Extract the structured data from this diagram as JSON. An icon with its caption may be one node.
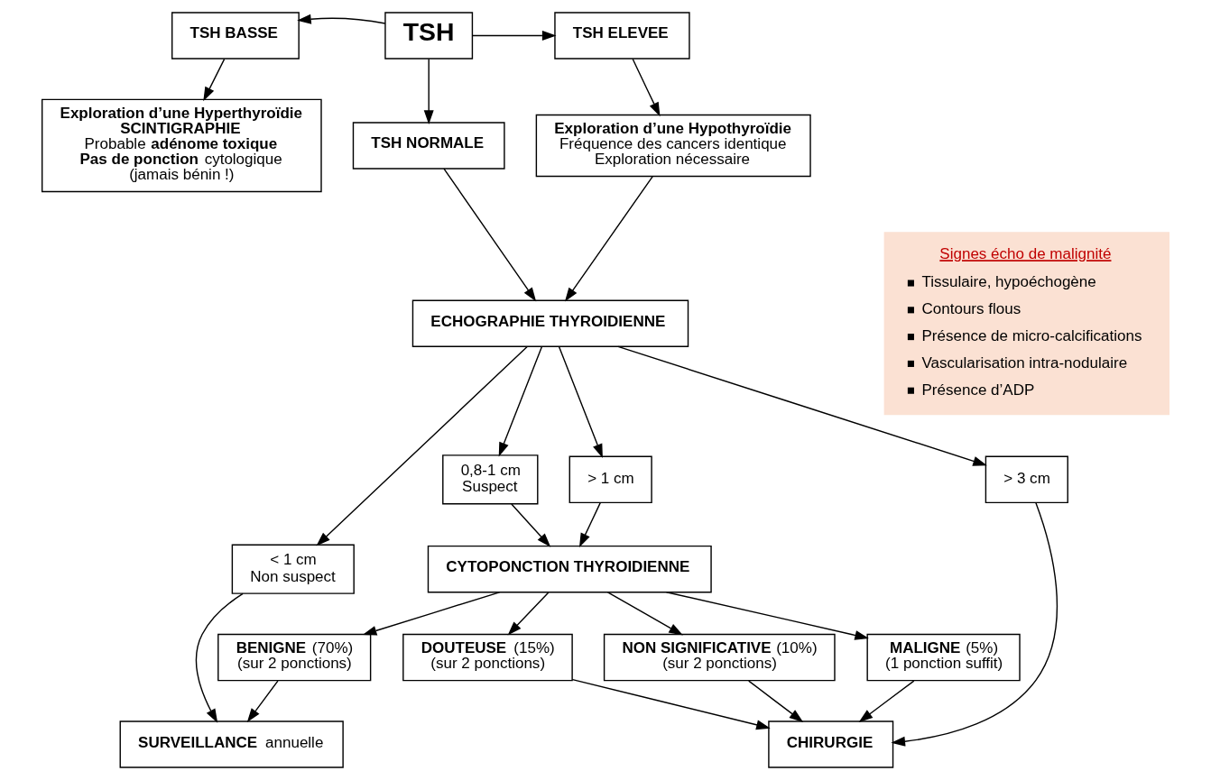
{
  "diagram": {
    "nodes": [
      {
        "text": [
          "TSH"
        ]
      },
      {
        "text": [
          "TSH BASSE"
        ]
      },
      {
        "text": [
          "TSH ELEVEE"
        ]
      },
      {
        "text": [
          "TSH NORMALE"
        ]
      },
      {
        "text": [
          "Exploration d’une Hyperthyroïdie",
          "SCINTIGRAPHIE",
          "Probable **adénome toxique**",
          "**Pas de ponction** cytologique",
          "(jamais bénin !)"
        ]
      },
      {
        "text": [
          "Exploration d’une Hypothyroïdie",
          "Fréquence des cancers identique",
          "Exploration nécessaire"
        ]
      },
      {
        "text": [
          "ECHOGRAPHIE THYROIDIENNE"
        ]
      },
      {
        "text": [
          "< 1 cm",
          "Non suspect"
        ]
      },
      {
        "text": [
          "> 1 cm"
        ]
      },
      {
        "text": [
          "0,8-1 cm",
          "Suspect"
        ]
      },
      {
        "text": [
          "> 3 cm"
        ]
      },
      {
        "text": [
          "CYTOPONCTION THYROIDIENNE"
        ]
      },
      {
        "text": [
          "**BENIGNE** (70%)",
          "(sur 2 ponctions)"
        ]
      },
      {
        "text": [
          "**MALIGNE** (5%)",
          "(1 ponction suffit)"
        ]
      },
      {
        "text": [
          "**DOUTEUSE** (15%)",
          "(sur 2 ponctions)"
        ]
      },
      {
        "text": [
          "**NON SIGNIFICATIVE** (10%)",
          "(sur 2 ponctions)"
        ]
      },
      {
        "text": [
          "**SURVEILLANCE** annuelle"
        ]
      },
      {
        "text": [
          "CHIRURGIE"
        ]
      },
      {
        "text": [
          "Signes écho de malignité",
          "Tissulaire, hypoéchogène",
          "Contours flous",
          "Présence de micro-calcifications",
          "Vascularisation intra-nodulaire",
          "Présence d’ADP"
        ]
      }
    ],
    "edges": [
      {
        "from": 0,
        "to": 1,
        "arrow": "to"
      },
      {
        "from": 0,
        "to": 2,
        "arrow": "to"
      },
      {
        "from": 0,
        "to": 3,
        "arrow": "to"
      },
      {
        "from": 1,
        "to": 4,
        "arrow": "to"
      },
      {
        "from": 2,
        "to": 5,
        "arrow": "to"
      },
      {
        "from": 3,
        "to": 6,
        "arrow": "to"
      },
      {
        "from": 5,
        "to": 6,
        "arrow": "to"
      },
      {
        "from": 6,
        "to": 7,
        "arrow": "to"
      },
      {
        "from": 6,
        "to": 8,
        "arrow": "to"
      },
      {
        "from": 6,
        "to": 9,
        "arrow": "to"
      },
      {
        "from": 6,
        "to": 10,
        "arrow": "to"
      },
      {
        "from": 8,
        "to": 11,
        "arrow": "to"
      },
      {
        "from": 9,
        "to": 11,
        "arrow": "to"
      },
      {
        "from": 11,
        "to": 12,
        "arrow": "to"
      },
      {
        "from": 11,
        "to": 13,
        "arrow": "to"
      },
      {
        "from": 11,
        "to": 14,
        "arrow": "to"
      },
      {
        "from": 11,
        "to": 15,
        "arrow": "to"
      },
      {
        "from": 7,
        "to": 16,
        "arrow": "to"
      },
      {
        "from": 12,
        "to": 16,
        "arrow": "to"
      },
      {
        "from": 13,
        "to": 17,
        "arrow": "to"
      },
      {
        "from": 14,
        "to": 17,
        "arrow": "to"
      },
      {
        "from": 15,
        "to": 17,
        "arrow": "to"
      },
      {
        "from": 10,
        "to": 17,
        "arrow": "to"
      }
    ]
  }
}
